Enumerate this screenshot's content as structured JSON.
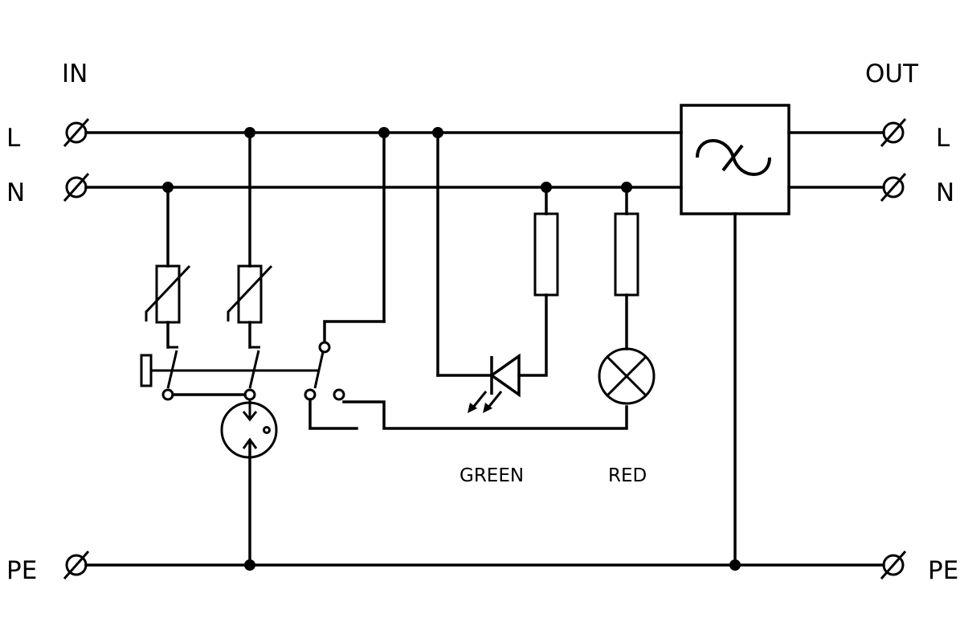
{
  "labels": {
    "in": "IN",
    "out": "OUT",
    "l_in": "L",
    "n_in": "N",
    "pe_in": "PE",
    "l_out": "L",
    "n_out": "N",
    "pe_out": "PE",
    "green": "GREEN",
    "red": "RED"
  },
  "colors": {
    "line": "#000000",
    "background": "#ffffff"
  },
  "icons": {
    "terminal": "terminal-symbol-icon",
    "filter": "ac-filter-icon",
    "varistor": "varistor-icon",
    "gas_arrester": "gas-discharge-tube-icon",
    "resistor": "resistor-icon",
    "led": "led-icon",
    "lamp": "lamp-icon",
    "switch": "changeover-switch-icon",
    "junction": "junction-dot-icon"
  }
}
